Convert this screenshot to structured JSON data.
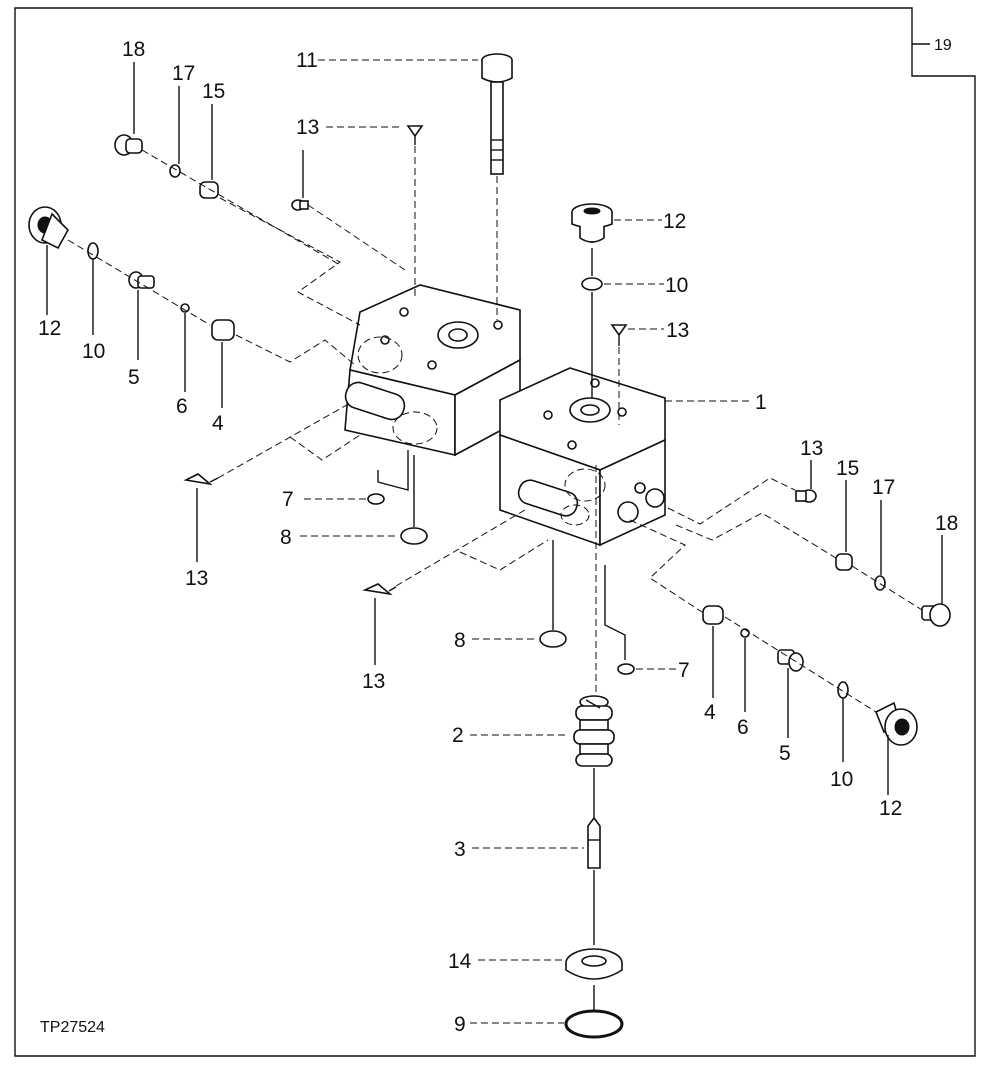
{
  "figure_code": "TP27524",
  "page_tab": "19",
  "callouts": [
    "1",
    "2",
    "3",
    "4",
    "5",
    "6",
    "7",
    "8",
    "9",
    "10",
    "11",
    "12",
    "13",
    "14",
    "15",
    "17",
    "18"
  ]
}
